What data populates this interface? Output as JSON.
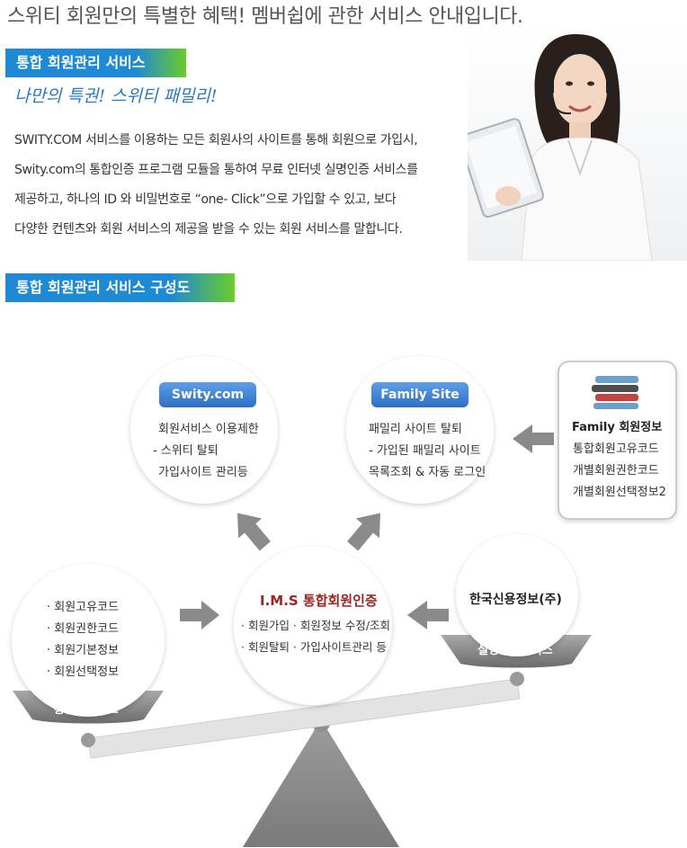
{
  "headline": "스위티 회원만의 특별한 혜택! 멤버쉽에 관한 서비스 안내입니다.",
  "section1_title": "통합 회원관리 서비스",
  "slogan": "나만의 특권! 스위티 패밀리!",
  "intro_lines": [
    "SWITY.COM 서비스를 이용하는 모든 회원사의 사이트를 통해 회원으로 가입시,",
    "Swity.com의 통합인증 프로그램 모듈을 통하여 무료 인터넷 실명인증 서비스를",
    "제공하고, 하나의 ID 와 비밀번호로 “one- Click”으로 가입할 수 있고, 보다",
    "다양한  컨텐츠와 회원 서비스의 제공을 받을 수 있는 회원 서비스를 말합니다."
  ],
  "section2_title": "통합 회원관리 서비스 구성도",
  "diagram": {
    "swity": {
      "label": "Swity.com",
      "lines": [
        "회원서비스 이용제한",
        "- 스위티 탈퇴",
        "가입사이트 관리등"
      ]
    },
    "family_site": {
      "label": "Family Site",
      "lines": [
        "패밀리 사이트 탈퇴",
        "- 가입된 패밀리 사이트",
        "목록조회 & 자동 로그인"
      ]
    },
    "family_info": {
      "title": "Family 회원정보",
      "lines": [
        "통합회원고유코드",
        "개별회원권한코드",
        "개별회원선택정보2"
      ]
    },
    "ims": {
      "title": "I.M.S 통합회원인증",
      "lines": [
        "· 회원가입 · 회원정보 수정/조회",
        "· 회원탈퇴 · 가입사이트관리 등"
      ]
    },
    "member_info": {
      "lines": [
        "· 회원고유코드",
        "· 회원권한코드",
        "· 회원기본정보",
        "· 회원선택정보"
      ],
      "label": "통합회원정보"
    },
    "credit": {
      "title": "한국신용정보(주)",
      "label": "실명인증서비스"
    }
  },
  "colors": {
    "blue": "#1e8ad6",
    "green": "#6ccb2a",
    "ims_red": "#a3221f",
    "arrow": "#8a8a8a"
  }
}
